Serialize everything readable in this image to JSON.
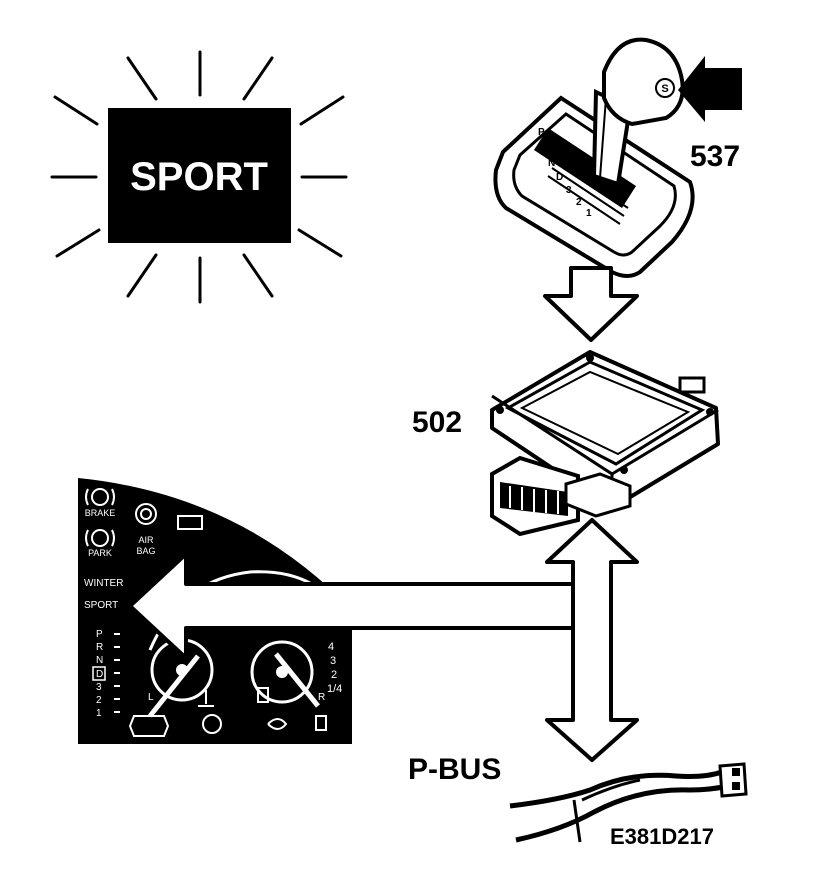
{
  "sport_indicator": {
    "label": "SPORT"
  },
  "callouts": {
    "selector": "537",
    "control_module": "502",
    "bus": "P-BUS",
    "figure_id": "E381D217"
  },
  "gear_selector": {
    "button_letter": "S",
    "gate_letters": [
      "P",
      "R",
      "N",
      "D",
      "3",
      "2",
      "1"
    ]
  },
  "instrument_cluster": {
    "brake": "BRAKE",
    "park": "PARK",
    "airbag_line1": "AIR",
    "airbag_line2": "BAG",
    "winter": "WINTER",
    "sport": "SPORT",
    "gears": [
      "P",
      "R",
      "N",
      "D",
      "3",
      "2",
      "1"
    ],
    "gauge_left_low": "L",
    "gauge_right_high": "R",
    "gauge_ticks": [
      "4",
      "3",
      "2",
      "1/4"
    ]
  },
  "colors": {
    "ink": "#000000",
    "paper": "#ffffff"
  }
}
